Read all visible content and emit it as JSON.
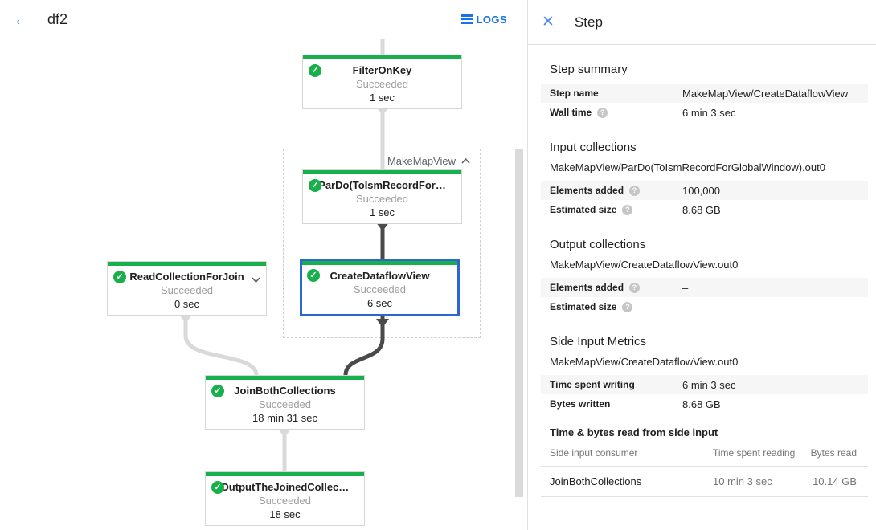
{
  "colors": {
    "success_green": "#18b04b",
    "accent_blue": "#1a73e8",
    "icon_blue": "#4f86ec",
    "selected_node_border": "#2a67d3",
    "edge_light": "#d9d9d9",
    "edge_dark": "#4a4a4a"
  },
  "icons": {
    "back": "←",
    "close": "✕",
    "check": "✓",
    "help": "?"
  },
  "top_bar": {
    "title": "df2",
    "logs_label": "LOGS"
  },
  "graph": {
    "group_label": "MakeMapView",
    "nodes": {
      "filter_on_key": {
        "title": "FilterOnKey",
        "status": "Succeeded",
        "time": "1 sec"
      },
      "pardo": {
        "title": "ParDo(ToIsmRecordFor…",
        "status": "Succeeded",
        "time": "1 sec"
      },
      "create_dataflow_view": {
        "title": "CreateDataflowView",
        "status": "Succeeded",
        "time": "6 sec"
      },
      "read_collection": {
        "title": "ReadCollectionForJoin",
        "status": "Succeeded",
        "time": "0 sec"
      },
      "join_both": {
        "title": "JoinBothCollections",
        "status": "Succeeded",
        "time": "18 min 31 sec"
      },
      "output_joined": {
        "title": "OutputTheJoinedCollec…",
        "status": "Succeeded",
        "time": "18 sec"
      }
    }
  },
  "panel": {
    "title": "Step",
    "step_summary": {
      "heading": "Step summary",
      "rows": [
        {
          "label": "Step name",
          "value": "MakeMapView/CreateDataflowView"
        },
        {
          "label": "Wall time",
          "value": "6 min 3 sec"
        }
      ]
    },
    "input_collections": {
      "heading": "Input collections",
      "collection": "MakeMapView/ParDo(ToIsmRecordForGlobalWindow).out0",
      "rows": [
        {
          "label": "Elements added",
          "value": "100,000"
        },
        {
          "label": "Estimated size",
          "value": "8.68 GB"
        }
      ]
    },
    "output_collections": {
      "heading": "Output collections",
      "collection": "MakeMapView/CreateDataflowView.out0",
      "rows": [
        {
          "label": "Elements added",
          "value": "–"
        },
        {
          "label": "Estimated size",
          "value": "–"
        }
      ]
    },
    "side_input_metrics": {
      "heading": "Side Input Metrics",
      "collection": "MakeMapView/CreateDataflowView.out0",
      "rows": [
        {
          "label": "Time spent writing",
          "value": "6 min 3 sec"
        },
        {
          "label": "Bytes written",
          "value": "8.68 GB"
        }
      ],
      "table": {
        "heading": "Time & bytes read from side input",
        "columns": [
          "Side input consumer",
          "Time spent reading",
          "Bytes read"
        ],
        "rows": [
          {
            "consumer": "JoinBothCollections",
            "time_reading": "10 min 3 sec",
            "bytes_read": "10.14 GB"
          }
        ]
      }
    }
  }
}
